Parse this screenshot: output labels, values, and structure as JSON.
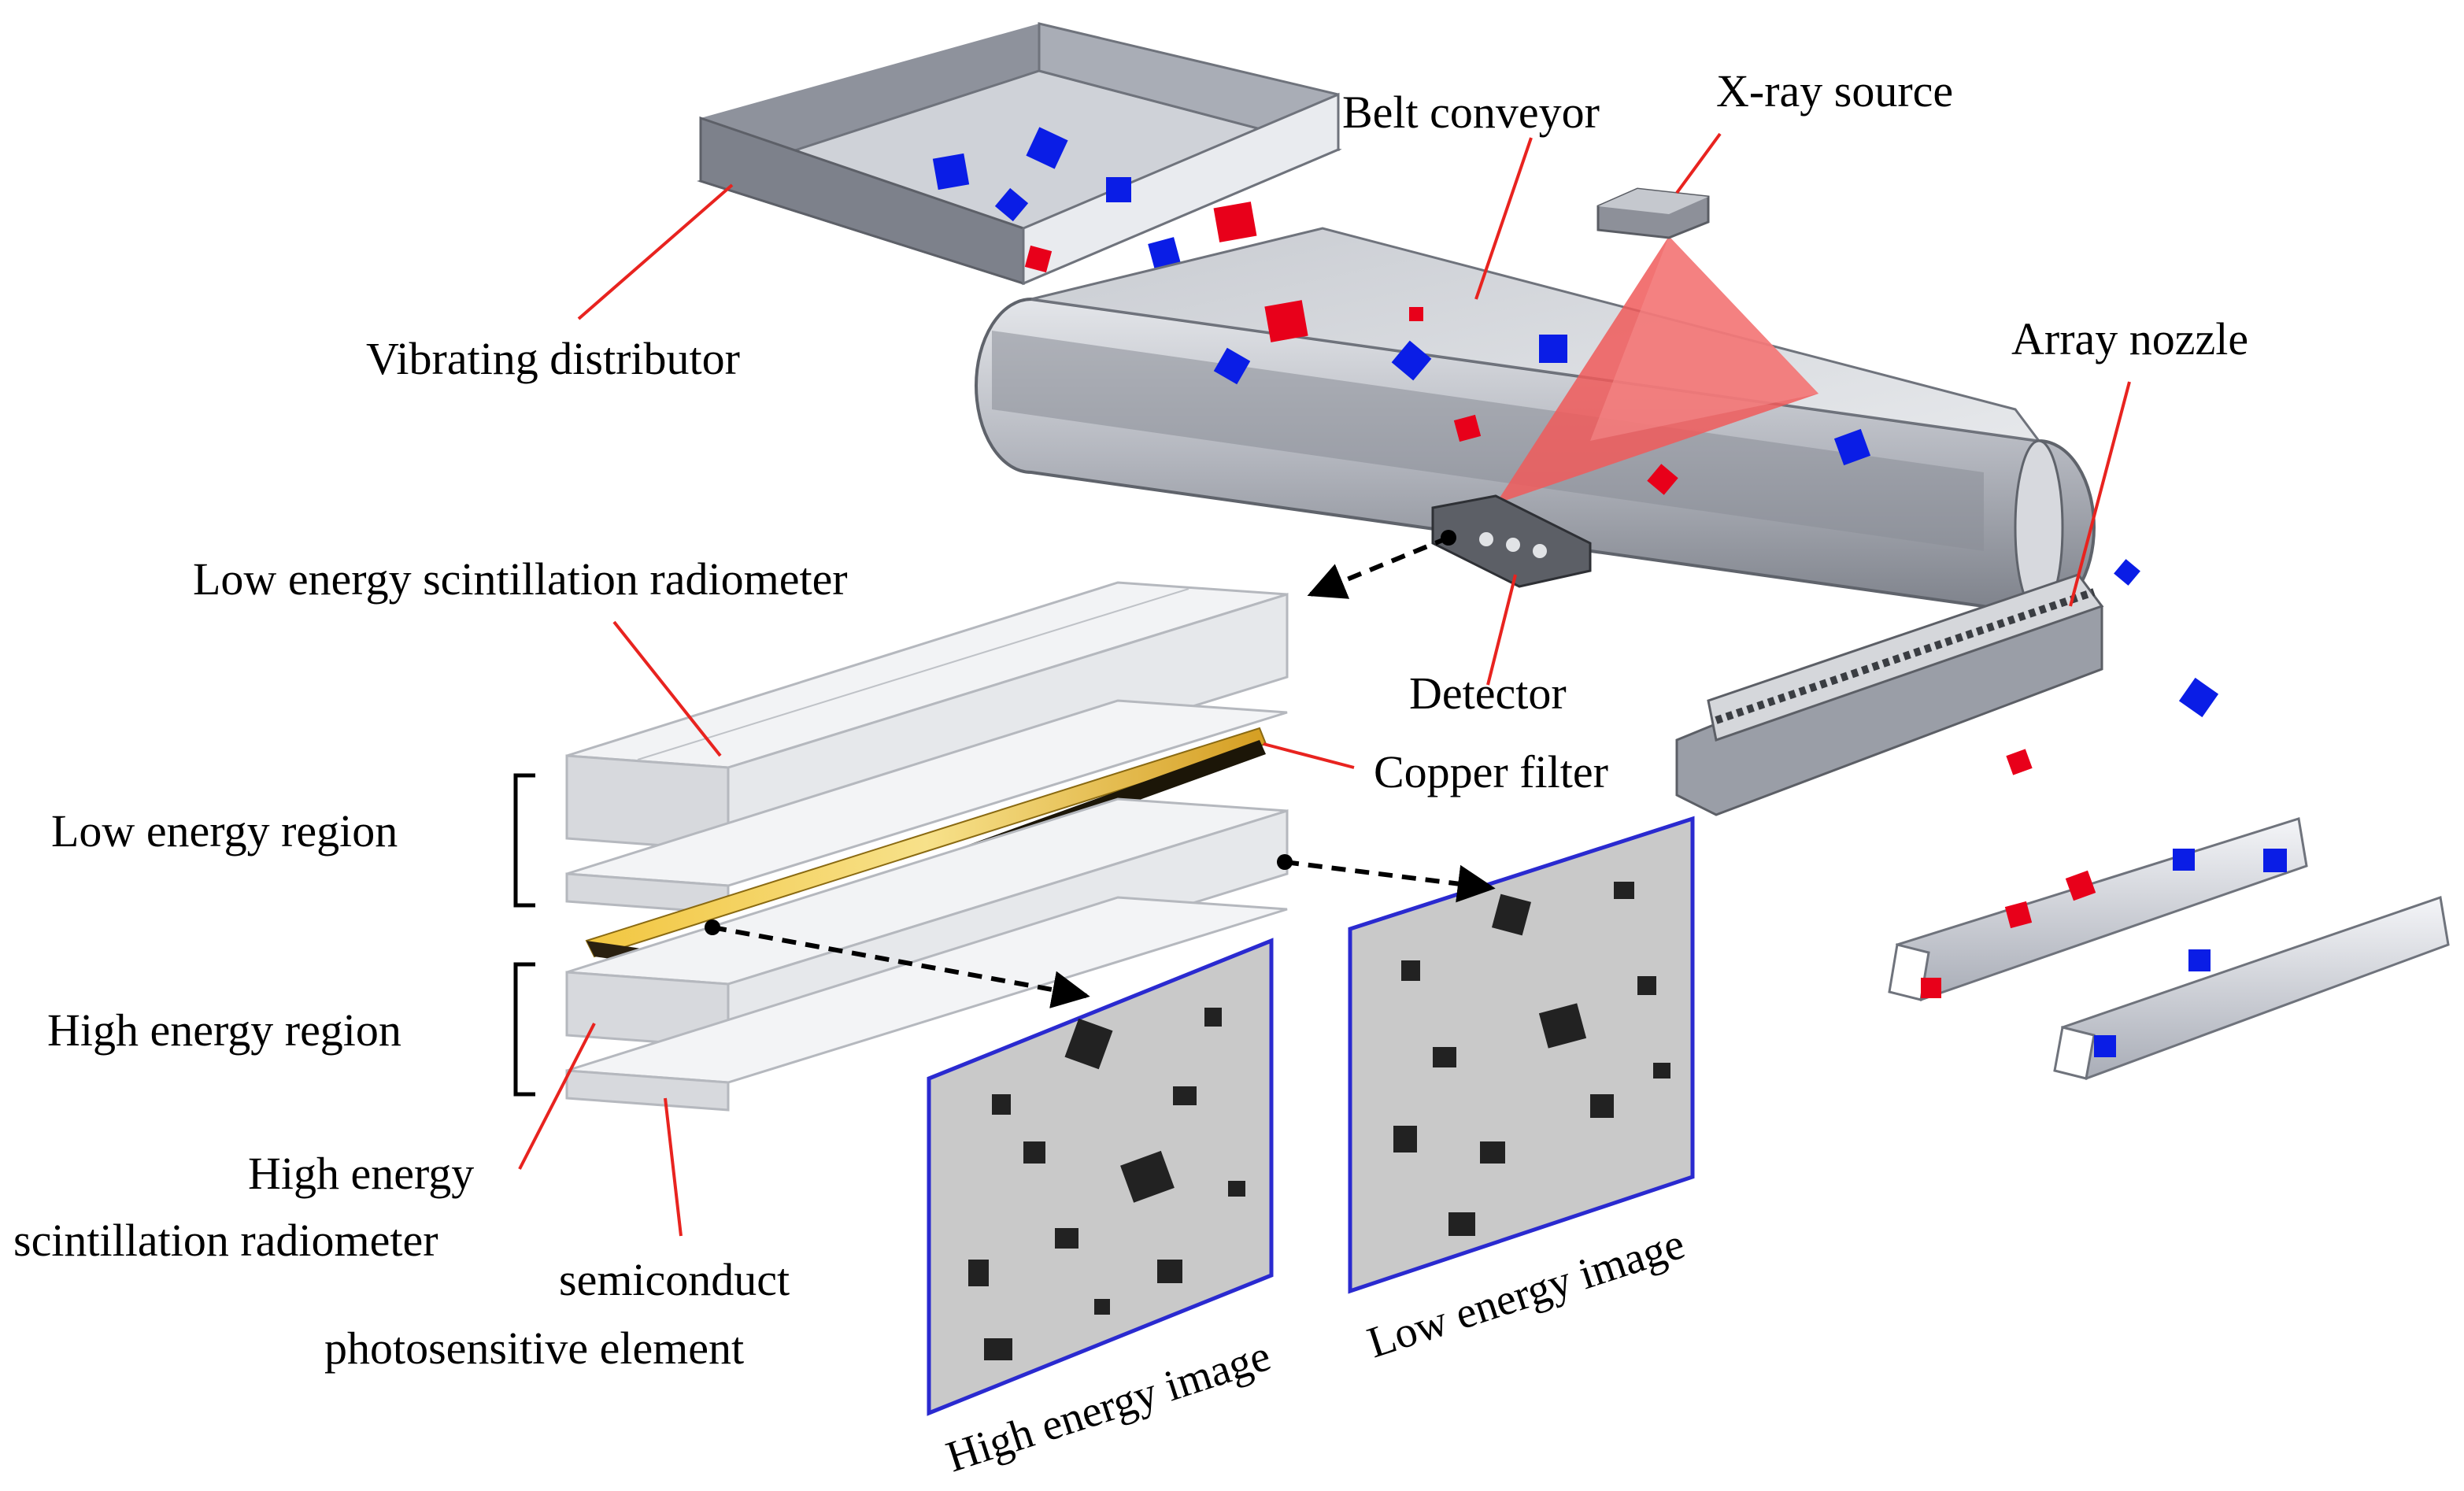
{
  "labels": {
    "vibrating_distributor": "Vibrating distributor",
    "belt_conveyor": "Belt conveyor",
    "xray_source": "X-ray source",
    "array_nozzle": "Array nozzle",
    "detector": "Detector",
    "low_energy_scintillation_radiometer": "Low energy scintillation radiometer",
    "copper_filter": "Copper filter",
    "low_energy_region": "Low energy region",
    "high_energy_region": "High energy region",
    "high_energy_scintillation_radiometer_line1": "High energy",
    "high_energy_scintillation_radiometer_line2": "scintillation radiometer",
    "semiconduct_line1": "semiconduct",
    "semiconduct_line2": "photosensitive element",
    "high_energy_image": "High energy image",
    "low_energy_image": "Low energy image"
  },
  "colors": {
    "particle_red": "#e8001a",
    "particle_blue": "#0a1de6",
    "leader_line": "#e8231f",
    "xray_beam": "#f05a5a",
    "copper": "#e0b030",
    "image_frame": "#2a2ad0",
    "image_bg": "#c9c9c9",
    "metal": "#b9bcc4"
  }
}
